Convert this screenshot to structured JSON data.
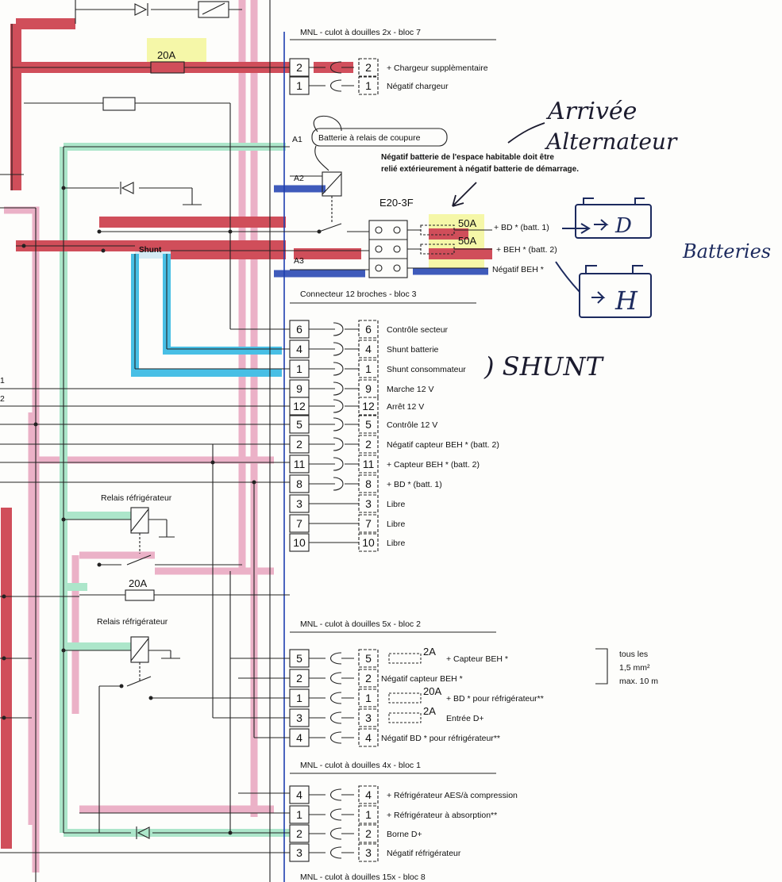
{
  "colors": {
    "red": "#c9303f",
    "pink": "#e8a4bf",
    "green": "#9fe3c2",
    "cyan": "#29b5e2",
    "blue": "#1e3fb0",
    "yellow": "#f4f79a",
    "line": "#222222"
  },
  "bloc7": {
    "title": "MNL - culot à douilles 2x - bloc 7",
    "rows": [
      {
        "pin": "2",
        "label": "+ Chargeur supplèmentaire"
      },
      {
        "pin": "1",
        "label": "Négatif chargeur"
      }
    ]
  },
  "relay": {
    "a1": "A1",
    "a2": "A2",
    "a3": "A3",
    "label": "Batterie à relais de coupure",
    "note1": "Négatif batterie de l'espace habitable doit être",
    "note2": "relié extérieurement à négatif batterie de démarrage.",
    "fuse_block": "E20-3F",
    "fuse1": "50A",
    "fuse2": "50A",
    "out1": "+ BD * (batt. 1)",
    "out2": "+ BEH * (batt. 2)",
    "out3": "Négatif BEH *",
    "fuse_top": "20A",
    "shunt": "Shunt"
  },
  "bloc3": {
    "title": "Connecteur 12 broches - bloc 3",
    "rows": [
      {
        "pin": "6",
        "label": "Contrôle secteur"
      },
      {
        "pin": "4",
        "label": "Shunt batterie"
      },
      {
        "pin": "1",
        "label": "Shunt consommateur"
      },
      {
        "pin": "9",
        "label": "Marche 12 V"
      },
      {
        "pin": "12",
        "label": "Arrêt 12 V"
      },
      {
        "pin": "5",
        "label": "Contrôle 12 V"
      },
      {
        "pin": "2",
        "label": "Négatif capteur BEH * (batt. 2)"
      },
      {
        "pin": "11",
        "label": "+ Capteur BEH * (batt. 2)"
      },
      {
        "pin": "8",
        "label": "+ BD * (batt. 1)"
      },
      {
        "pin": "3",
        "label": "Libre"
      },
      {
        "pin": "7",
        "label": "Libre"
      },
      {
        "pin": "10",
        "label": "Libre"
      }
    ]
  },
  "left_wire_labels": [
    "1",
    "2"
  ],
  "relais1": "Relais réfrigérateur",
  "relais2": "Relais réfrigérateur",
  "fuse_mid": "20A",
  "bloc2": {
    "title": "MNL - culot à douilles 5x - bloc 2",
    "rows": [
      {
        "pin": "5",
        "fuse": "2A",
        "label": "+ Capteur BEH *"
      },
      {
        "pin": "2",
        "fuse": "",
        "label": "Négatif capteur BEH *"
      },
      {
        "pin": "1",
        "fuse": "20A",
        "label": "+ BD * pour réfrigérateur**"
      },
      {
        "pin": "3",
        "fuse": "2A",
        "label": "Entrée D+"
      },
      {
        "pin": "4",
        "fuse": "",
        "label": "Négatif BD * pour réfrigérateur**"
      }
    ],
    "note": [
      "tous les",
      "1,5 mm²",
      "max. 10 m"
    ]
  },
  "bloc1": {
    "title": "MNL - culot à douilles 4x - bloc 1",
    "rows": [
      {
        "pin": "4",
        "label": "+ Réfrigérateur AES/à compression"
      },
      {
        "pin": "1",
        "label": "+ Réfrigérateur à absorption**"
      },
      {
        "pin": "2",
        "label": "Borne D+"
      },
      {
        "pin": "3",
        "label": "Négatif réfrigérateur"
      }
    ]
  },
  "bloc8_title": "MNL - culot à douilles 15x - bloc 8",
  "handwriting": {
    "arrivee": "Arrivée",
    "alternateur": "Alternateur",
    "batteries": "Batteries",
    "shunt": ") SHUNT",
    "batt_d": "D",
    "batt_h": "H"
  }
}
